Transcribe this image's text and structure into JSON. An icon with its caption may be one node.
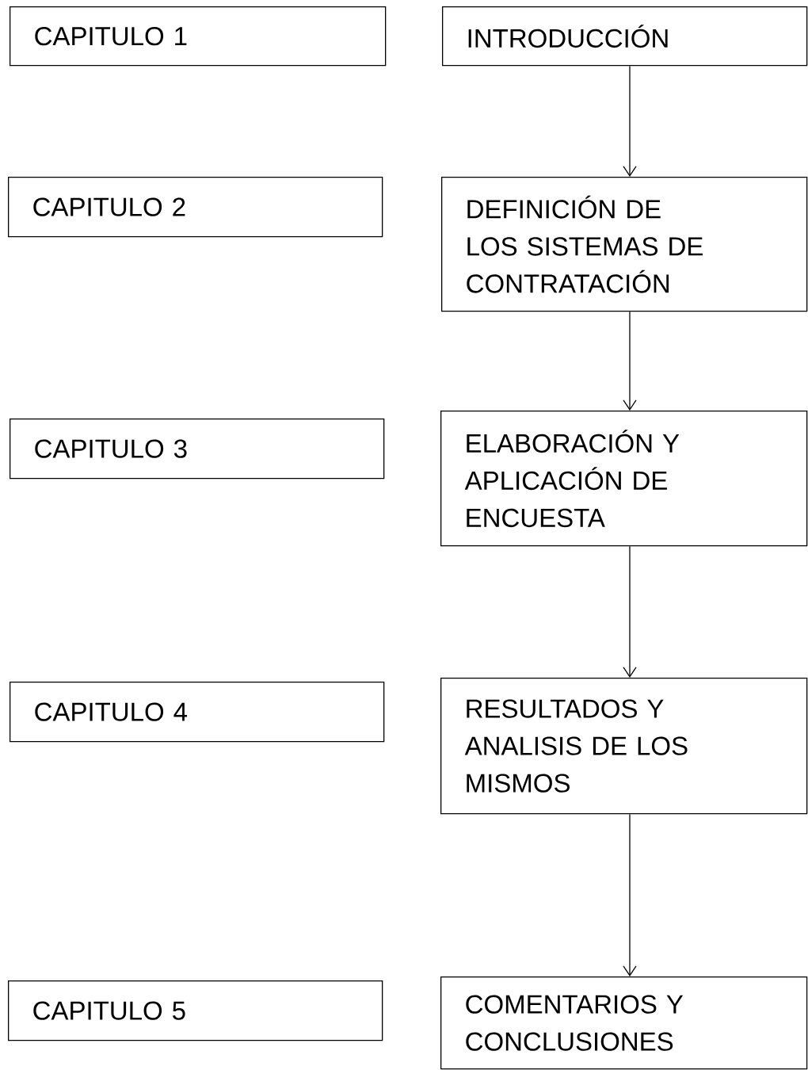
{
  "diagram": {
    "nodes": [
      {
        "text": [
          "CAPITULO 1"
        ]
      },
      {
        "text": [
          "INTRODUCCIÓN"
        ]
      },
      {
        "text": [
          "CAPITULO 2"
        ]
      },
      {
        "text": [
          "DEFINICIÓN DE LOS SISTEMAS DE CONTRATACIÓN"
        ]
      },
      {
        "text": [
          "CAPITULO 3"
        ]
      },
      {
        "text": [
          "ELABORACIÓN Y APLICACIÓN DE ENCUESTA"
        ]
      },
      {
        "text": [
          "CAPITULO 4"
        ]
      },
      {
        "text": [
          "RESULTADOS Y ANALISIS DE LOS MISMOS"
        ]
      },
      {
        "text": [
          "CAPITULO 5"
        ]
      },
      {
        "text": [
          "COMENTARIOS Y CONCLUSIONES"
        ]
      }
    ],
    "edges": [
      {
        "from": 1,
        "to": 3,
        "arrow": "to"
      },
      {
        "from": 3,
        "to": 5,
        "arrow": "to"
      },
      {
        "from": 5,
        "to": 7,
        "arrow": "to"
      },
      {
        "from": 7,
        "to": 9,
        "arrow": "to"
      }
    ]
  }
}
